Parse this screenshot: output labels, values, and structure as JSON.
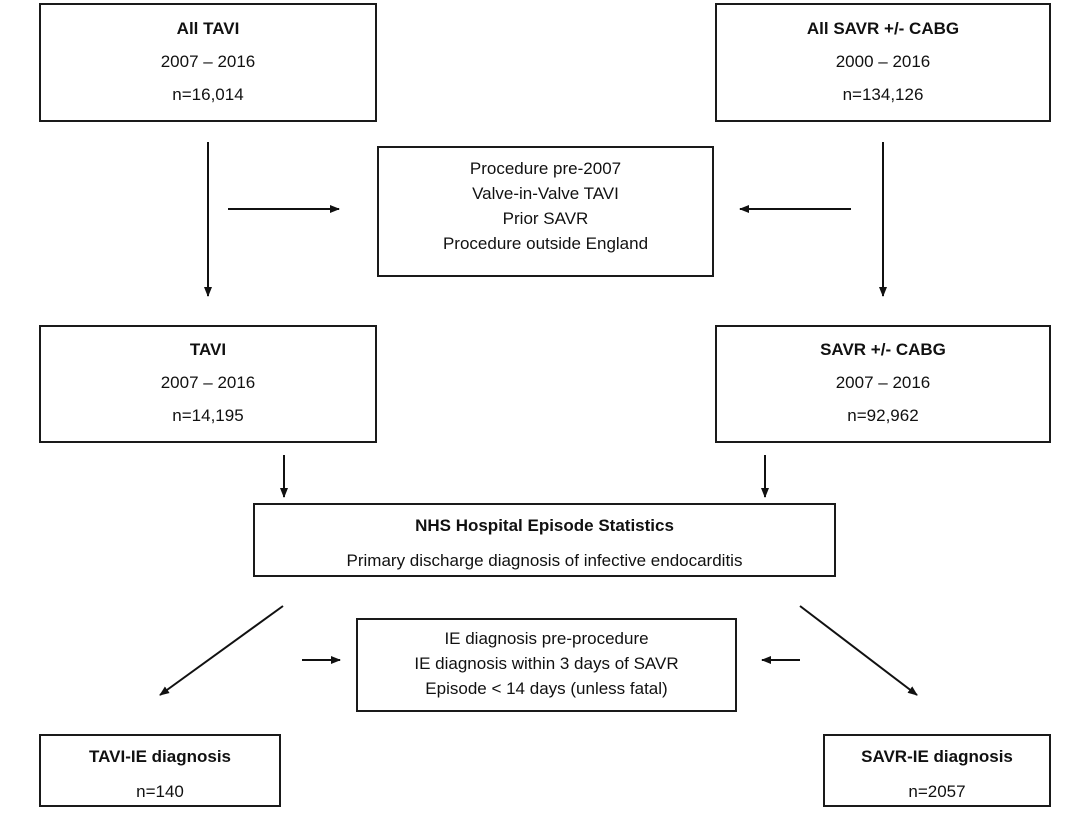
{
  "boxes": {
    "all_tavi": {
      "title": "All TAVI",
      "years": "2007 – 2016",
      "count": "n=16,014"
    },
    "all_savr": {
      "title": "All SAVR +/- CABG",
      "years": "2000 – 2016",
      "count": "n=134,126"
    },
    "exclusion_1": {
      "lines": [
        "Procedure pre-2007",
        "Valve-in-Valve TAVI",
        "Prior SAVR",
        "Procedure outside England"
      ]
    },
    "tavi": {
      "title": "TAVI",
      "years": "2007 – 2016",
      "count": "n=14,195"
    },
    "savr": {
      "title": "SAVR +/- CABG",
      "years": "2007 – 2016",
      "count": "n=92,962"
    },
    "hes": {
      "title": "NHS Hospital Episode Statistics",
      "subtitle": "Primary discharge diagnosis of infective endocarditis"
    },
    "exclusion_2": {
      "lines": [
        "IE diagnosis pre-procedure",
        "IE diagnosis within 3 days of SAVR",
        "Episode < 14 days  (unless fatal)"
      ]
    },
    "tavi_ie": {
      "title": "TAVI-IE diagnosis",
      "count": "n=140"
    },
    "savr_ie": {
      "title": "SAVR-IE diagnosis",
      "count": "n=2057"
    }
  }
}
